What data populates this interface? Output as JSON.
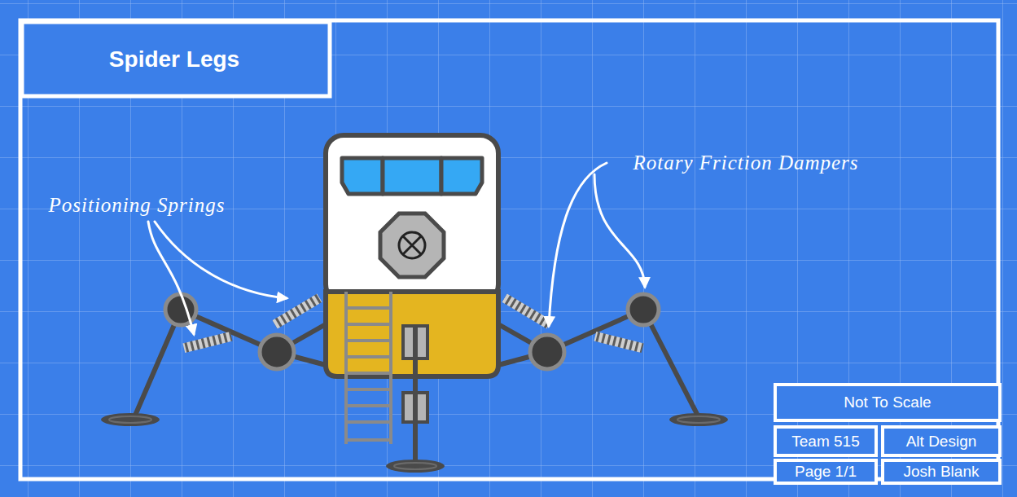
{
  "diagram": {
    "title": "Spider Legs",
    "labels": [
      "Positioning Springs",
      "Rotary Friction Dampers",
      "Not To Scale",
      "Team 515",
      "Alt Design",
      "Page 1/1",
      "Josh Blank"
    ]
  }
}
